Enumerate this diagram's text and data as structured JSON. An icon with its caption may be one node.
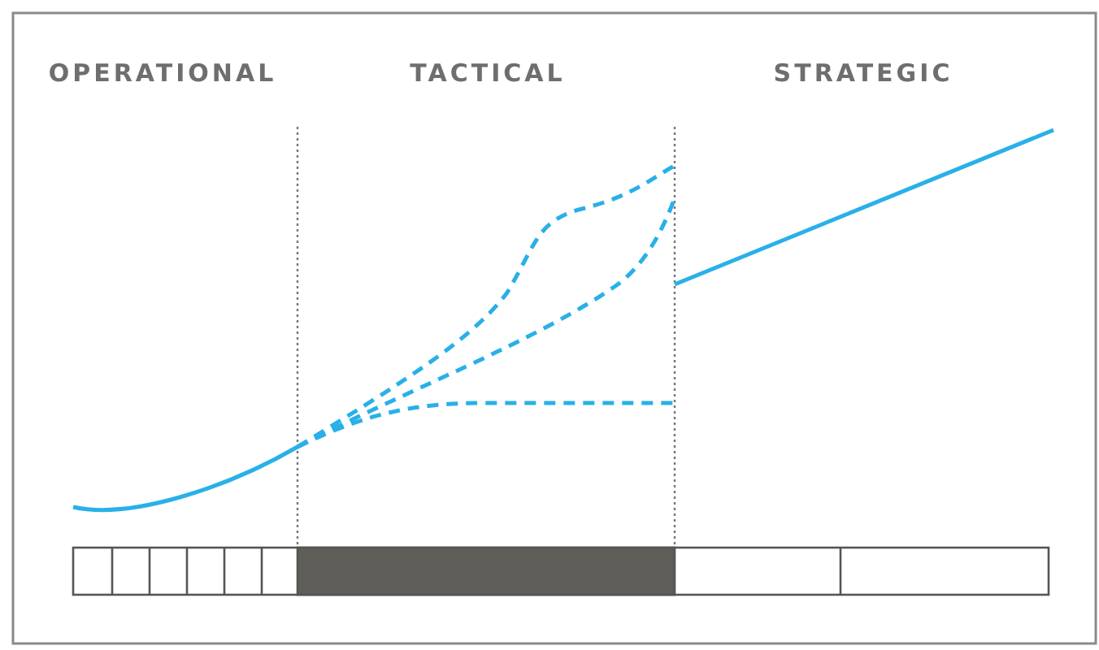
{
  "diagram": {
    "labels": [
      "OPERATIONAL",
      "TACTICAL",
      "STRATEGIC"
    ]
  }
}
